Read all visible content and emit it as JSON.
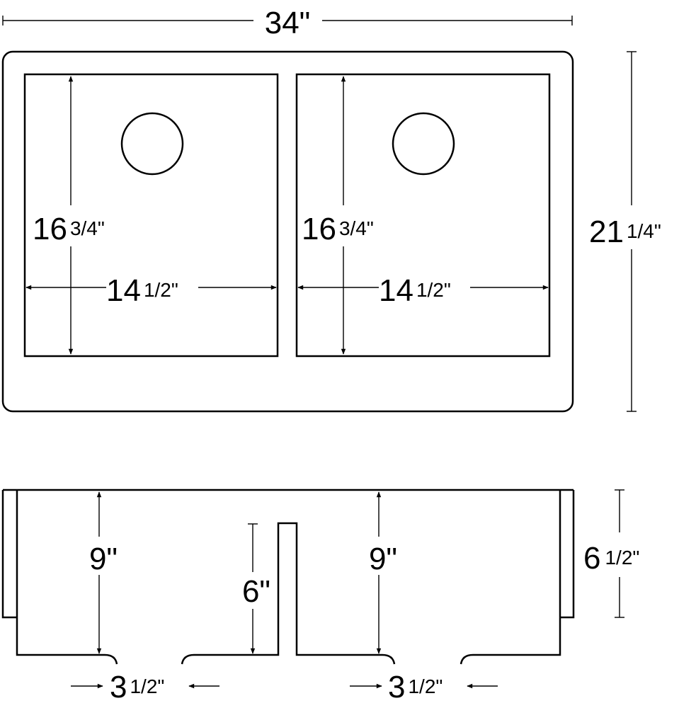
{
  "colors": {
    "line": "#000000",
    "background": "#ffffff"
  },
  "top_view": {
    "overall_width": "34\"",
    "overall_depth_whole": "21",
    "overall_depth_frac": "1/4\"",
    "left_bowl": {
      "length_whole": "16",
      "length_frac": "3/4\"",
      "width_whole": "14",
      "width_frac": "1/2\""
    },
    "right_bowl": {
      "length_whole": "16",
      "length_frac": "3/4\"",
      "width_whole": "14",
      "width_frac": "1/2\""
    }
  },
  "front_view": {
    "left_bowl_depth": "9\"",
    "right_bowl_depth": "9\"",
    "divider_height": "6\"",
    "apron_height_whole": "6",
    "apron_height_frac": "1/2\"",
    "left_drain_offset_whole": "3",
    "left_drain_offset_frac": "1/2\"",
    "right_drain_offset_whole": "3",
    "right_drain_offset_frac": "1/2\""
  }
}
